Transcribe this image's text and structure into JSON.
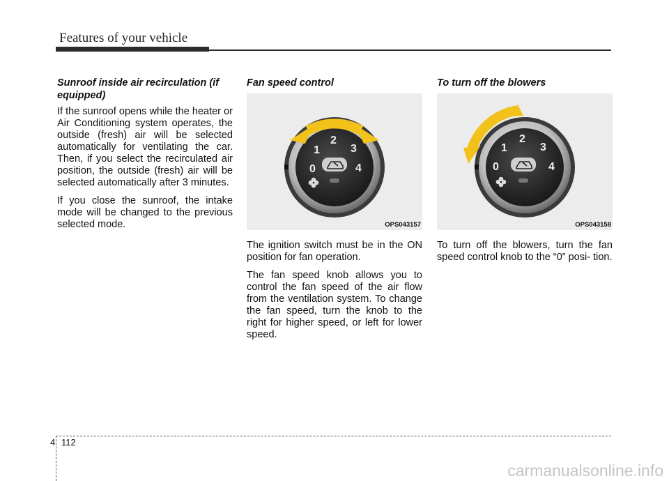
{
  "header": {
    "title": "Features of your vehicle"
  },
  "columns": {
    "left": {
      "heading": "Sunroof inside air recirculation (if equipped)",
      "paragraphs": [
        "If the sunroof opens while the heater or Air Conditioning system operates, the outside (fresh) air will be selected automatically for ventilating the car. Then, if you select the recirculated air position, the outside (fresh) air will be selected automatically after 3 minutes.",
        "If you close the sunroof, the intake mode will be changed to the previous selected mode."
      ]
    },
    "middle": {
      "heading": "Fan speed control",
      "figure_code": "OPS043157",
      "paragraphs": [
        "The ignition switch must be in the ON position for fan operation.",
        "The fan speed knob allows you to control the fan speed of the air flow from the ventilation system. To change the fan speed, turn the knob to the right for higher speed, or left for lower speed."
      ]
    },
    "right": {
      "heading": "To turn off the blowers",
      "figure_code": "OPS043158",
      "paragraphs": [
        "To turn off the blowers, turn the fan speed control knob to the “0” posi- tion."
      ]
    }
  },
  "knob_labels": [
    "0",
    "1",
    "2",
    "3",
    "4"
  ],
  "footer": {
    "chapter": "4",
    "page": "112"
  },
  "watermark": "carmanualsonline.info",
  "colors": {
    "arrow": "#f2c21b",
    "knob_dark": "#2a2a2a",
    "figure_bg": "#ececec"
  }
}
